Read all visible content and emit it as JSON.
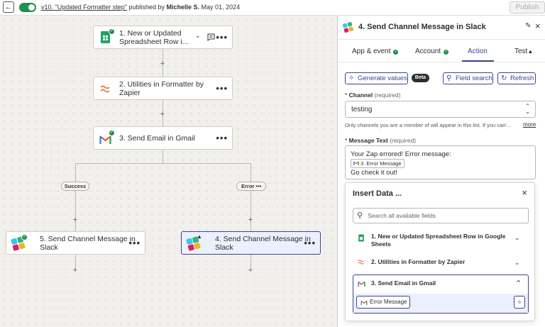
{
  "topbar": {
    "back_icon": "back-arrow-icon",
    "version_link": "v10. \"Updated Formatter step\"",
    "published_by": " published by ",
    "author": "Michelle S.",
    "date": " May 01, 2024",
    "publish_label": "Publish"
  },
  "canvas": {
    "nodes": [
      {
        "label": "1. New or Updated Spreadsheet Row i...",
        "line1": "1. New or Updated",
        "line2": "Spreadsheet Row i...",
        "app": "google-sheets",
        "status": "complete"
      },
      {
        "label": "2. Utilities in Formatter by Zapier",
        "line1": "2. Utilities in Formatter by",
        "line2": "Zapier",
        "app": "formatter",
        "status": "complete"
      },
      {
        "label": "3. Send Email in Gmail",
        "line1": "3. Send Email in Gmail",
        "app": "gmail",
        "status": "complete"
      },
      {
        "label": "5. Send Channel Message in Slack",
        "line1": "5. Send Channel Message in",
        "line2": "Slack",
        "app": "slack",
        "status": "complete"
      },
      {
        "label": "4. Send Channel Message in Slack",
        "line1": "4. Send Channel Message in",
        "line2": "Slack",
        "app": "slack",
        "status": "warning"
      }
    ],
    "paths": {
      "success": "Success",
      "error": "Error"
    },
    "more_icon": "•••",
    "plus": "+"
  },
  "panel": {
    "title": "4. Send Channel Message in Slack",
    "tabs": [
      {
        "label": "App & event",
        "status": "complete"
      },
      {
        "label": "Account",
        "status": "complete"
      },
      {
        "label": "Action",
        "status": "active"
      },
      {
        "label": "Test",
        "status": "warning"
      }
    ],
    "generate_values": "Generate values",
    "beta": "Beta",
    "field_search": "Field search",
    "refresh": "Refresh",
    "channel_label": "Channel",
    "required": "(required)",
    "channel_value": "testing",
    "channel_hint": "Only channels you are a member of will appear in this list. If you can'...",
    "more": "more",
    "message_label": "Message Text",
    "message_line1": "Your Zap errored! Error message:",
    "message_chip": "3. Error Message",
    "message_line3": "Go check it out!"
  },
  "insert_data": {
    "title": "Insert Data ...",
    "search_placeholder": "Search all available fields",
    "rows": [
      {
        "line1": "1. New or Updated Spreadsheet Row in Google",
        "line2": "Sheets"
      },
      {
        "line1": "2. Utilities in Formatter by Zapier"
      },
      {
        "line1": "3. Send Email in Gmail"
      }
    ],
    "field_chip": "Error Message"
  },
  "colors": {
    "accent": "#3d4591",
    "success": "#1f8f4e",
    "gmail_red": "#ea4335",
    "sheets_green": "#1fa463",
    "formatter_orange": "#e8703a"
  }
}
